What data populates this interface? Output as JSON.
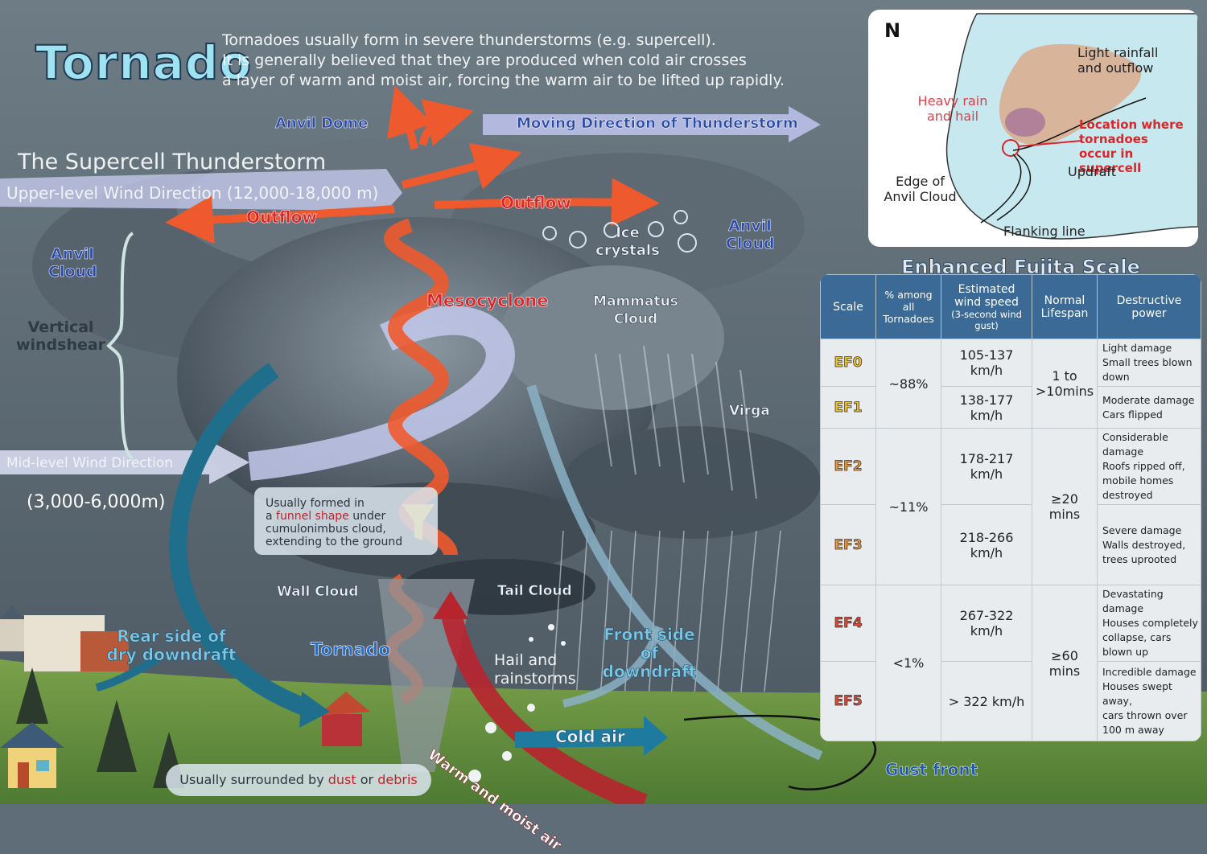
{
  "title": "Tornado",
  "intro": [
    "Tornadoes usually form in severe thunderstorms (e.g. supercell).",
    "It is generally believed that they are produced when cold air crosses",
    "a layer of warm and moist air, forcing the warm air to be lifted up rapidly."
  ],
  "labels": {
    "anvil_dome": "Anvil Dome",
    "moving_direction": "Moving Direction of Thunderstorm",
    "supercell": "The Supercell Thunderstorm",
    "upper_wind": "Upper-level Wind Direction (12,000-18,000 m)",
    "outflow_left": "Outflow",
    "outflow_right": "Outflow",
    "anvil_cloud_left": "Anvil Cloud",
    "anvil_cloud_right": "Anvil Cloud",
    "ice_crystals": "Ice crystals",
    "vertical_windshear": "Vertical windshear",
    "mesocyclone": "Mesocyclone",
    "mammatus": "Mammatus Cloud",
    "virga": "Virga",
    "mid_wind": "Mid-level Wind Direction",
    "mid_wind_range": "(3,000-6,000m)",
    "wall_cloud": "Wall Cloud",
    "tail_cloud": "Tail Cloud",
    "rear_side": "Rear side of dry downdraft",
    "tornado": "Tornado",
    "hail": "Hail and rainstorms",
    "front_side": "Front side of downdraft",
    "cold_air": "Cold air",
    "warm_air": "Warm and moist air",
    "gust_front": "Gust front"
  },
  "funnel_note": {
    "line1": "Usually formed in",
    "line2_pre": "a ",
    "line2_red": "funnel shape",
    "line2_post": " under",
    "line3": "cumulonimbus cloud,",
    "line4": "extending to the ground"
  },
  "dust_note": {
    "pre": "Usually surrounded by ",
    "dust": "dust",
    "mid": " or ",
    "debris": "debris"
  },
  "inset": {
    "north": "N",
    "light_rainfall": "Light rainfall and outflow",
    "heavy_rain": "Heavy rain and hail",
    "location": "Location where tornadoes occur in supercell",
    "updraft": "Updraft",
    "edge": "Edge of Anvil Cloud",
    "flanking": "Flanking line"
  },
  "ef_scale": {
    "title": "Enhanced Fujita Scale",
    "headers": {
      "scale": "Scale",
      "pct": "% among all Tornadoes",
      "speed": "Estimated wind speed",
      "speed_sub": "(3-second wind gust)",
      "life": "Normal Lifespan",
      "power": "Destructive power"
    },
    "rows": [
      {
        "scale": "EF0",
        "speed": "105-137 km/h",
        "power": [
          "Light damage",
          "Small trees blown down"
        ]
      },
      {
        "scale": "EF1",
        "speed": "138-177 km/h",
        "power": [
          "Moderate damage",
          "Cars flipped"
        ]
      },
      {
        "scale": "EF2",
        "speed": "178-217 km/h",
        "power": [
          "Considerable damage",
          "Roofs ripped off,",
          "mobile homes destroyed"
        ]
      },
      {
        "scale": "EF3",
        "speed": "218-266 km/h",
        "power": [
          "Severe damage",
          "Walls destroyed,",
          "trees uprooted"
        ]
      },
      {
        "scale": "EF4",
        "speed": "267-322 km/h",
        "power": [
          "Devastating damage",
          "Houses completely collapse, cars blown up"
        ]
      },
      {
        "scale": "EF5",
        "speed": "> 322 km/h",
        "power": [
          "Incredible damage",
          "Houses swept away,",
          "cars thrown over",
          "100 m away"
        ]
      }
    ],
    "groups": [
      {
        "pct": "~88%",
        "life": "1 to >10mins"
      },
      {
        "pct": "~11%",
        "life": "≥20 mins"
      },
      {
        "pct": "<1%",
        "life": "≥60 mins"
      }
    ]
  },
  "colors": {
    "sky": "#5f6d78",
    "ground": "#5d8a3c",
    "outflow_arrow": "#ee5a2e",
    "wind_arrow": "#c3c9ec",
    "downdraft": "#1f6e8c",
    "table_header": "#3a6a95"
  }
}
